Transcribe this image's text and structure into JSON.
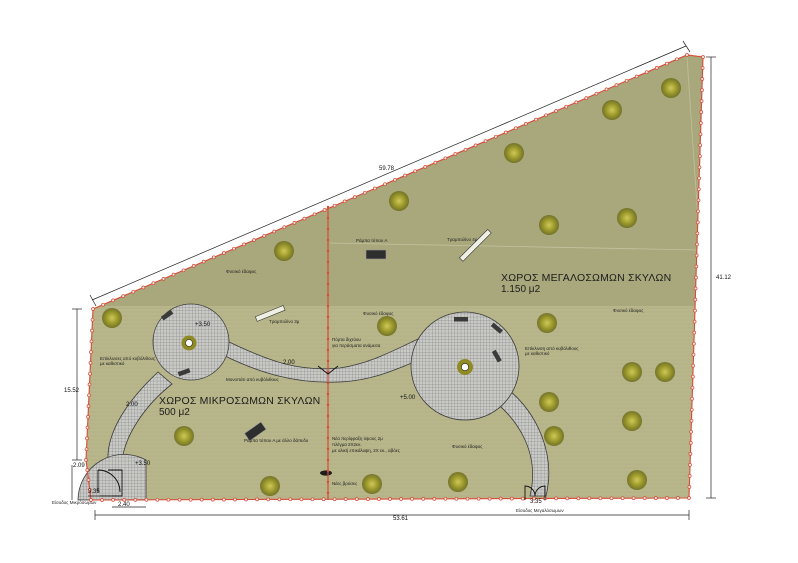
{
  "large_dogs_area": {
    "title": "ΧΩΡΟΣ ΜΕΓΑΛΟΣΩΜΩΝ ΣΚΥΛΩΝ",
    "area": "1.150 μ2"
  },
  "small_dogs_area": {
    "title": "ΧΩΡΟΣ ΜΙΚΡΟΣΩΜΩΝ ΣΚΥΛΩΝ",
    "area": "500 μ2"
  },
  "dimensions": {
    "top_edge": "59.78",
    "right_edge": "41.12",
    "bottom_edge": "53.61",
    "left_edge": "15.52",
    "entrance_small_w": "2.09",
    "entrance_small_d": "3.35",
    "entrance_small_offset": "2.40",
    "entrance_large_w": "3.35",
    "path_width_small": "2.00",
    "path_width_mid": "2.00",
    "circle_small_level": "+3.50",
    "circle_large_level": "+5.00",
    "circle_bottom_level": "+3.50"
  },
  "annotations": {
    "natural_floor_1": "Φυσικό έδαφος",
    "natural_floor_2": "Φυσικό έδαφος",
    "natural_floor_3": "Φυσικό έδαφος",
    "natural_floor_4": "Φυσικό έδαφος",
    "ramp_a_top": "Ράμπα τύπου Α",
    "ramp_a_bottom": "Ράμπα τύπου Α με άλλο δάπεδο",
    "trampoline_top": "Τραμπολίνο 4μ",
    "trampoline_left": "Τραμπολίνο 3μ",
    "bench_small": "Επίκλινσες από κυβόλιθους με καθιστικό",
    "bench_large": "Επίκλινση από κυβόλιθους με καθιστικό",
    "walkway": "Μονοπάτι από κυβόλιθους",
    "door_divider_1": "Πόρτα διχτύου",
    "door_divider_2": "για περάσματα ανάμεσα",
    "wire_fence_1": "Νέα περίφραξη ύψους 2μ",
    "wire_fence_2": "πλέγμα 2Χ2εκ.",
    "wire_fence_3": "με ολική επικάλυψη, 2Χ εκ., αβόες",
    "new_trees": "Νέες βρύσες",
    "entrance_small": "Είσοδος Μικρόσωμων",
    "entrance_large": "Είσοδος Μεγαλόσωμων"
  },
  "colors": {
    "lawn_upper": "#aaaa7c",
    "lawn_lower": "#b6b489",
    "fence": "#d64a36",
    "tree_core": "#a8a23a",
    "paving": "#b7b7b7",
    "dimension_line": "#222222"
  }
}
